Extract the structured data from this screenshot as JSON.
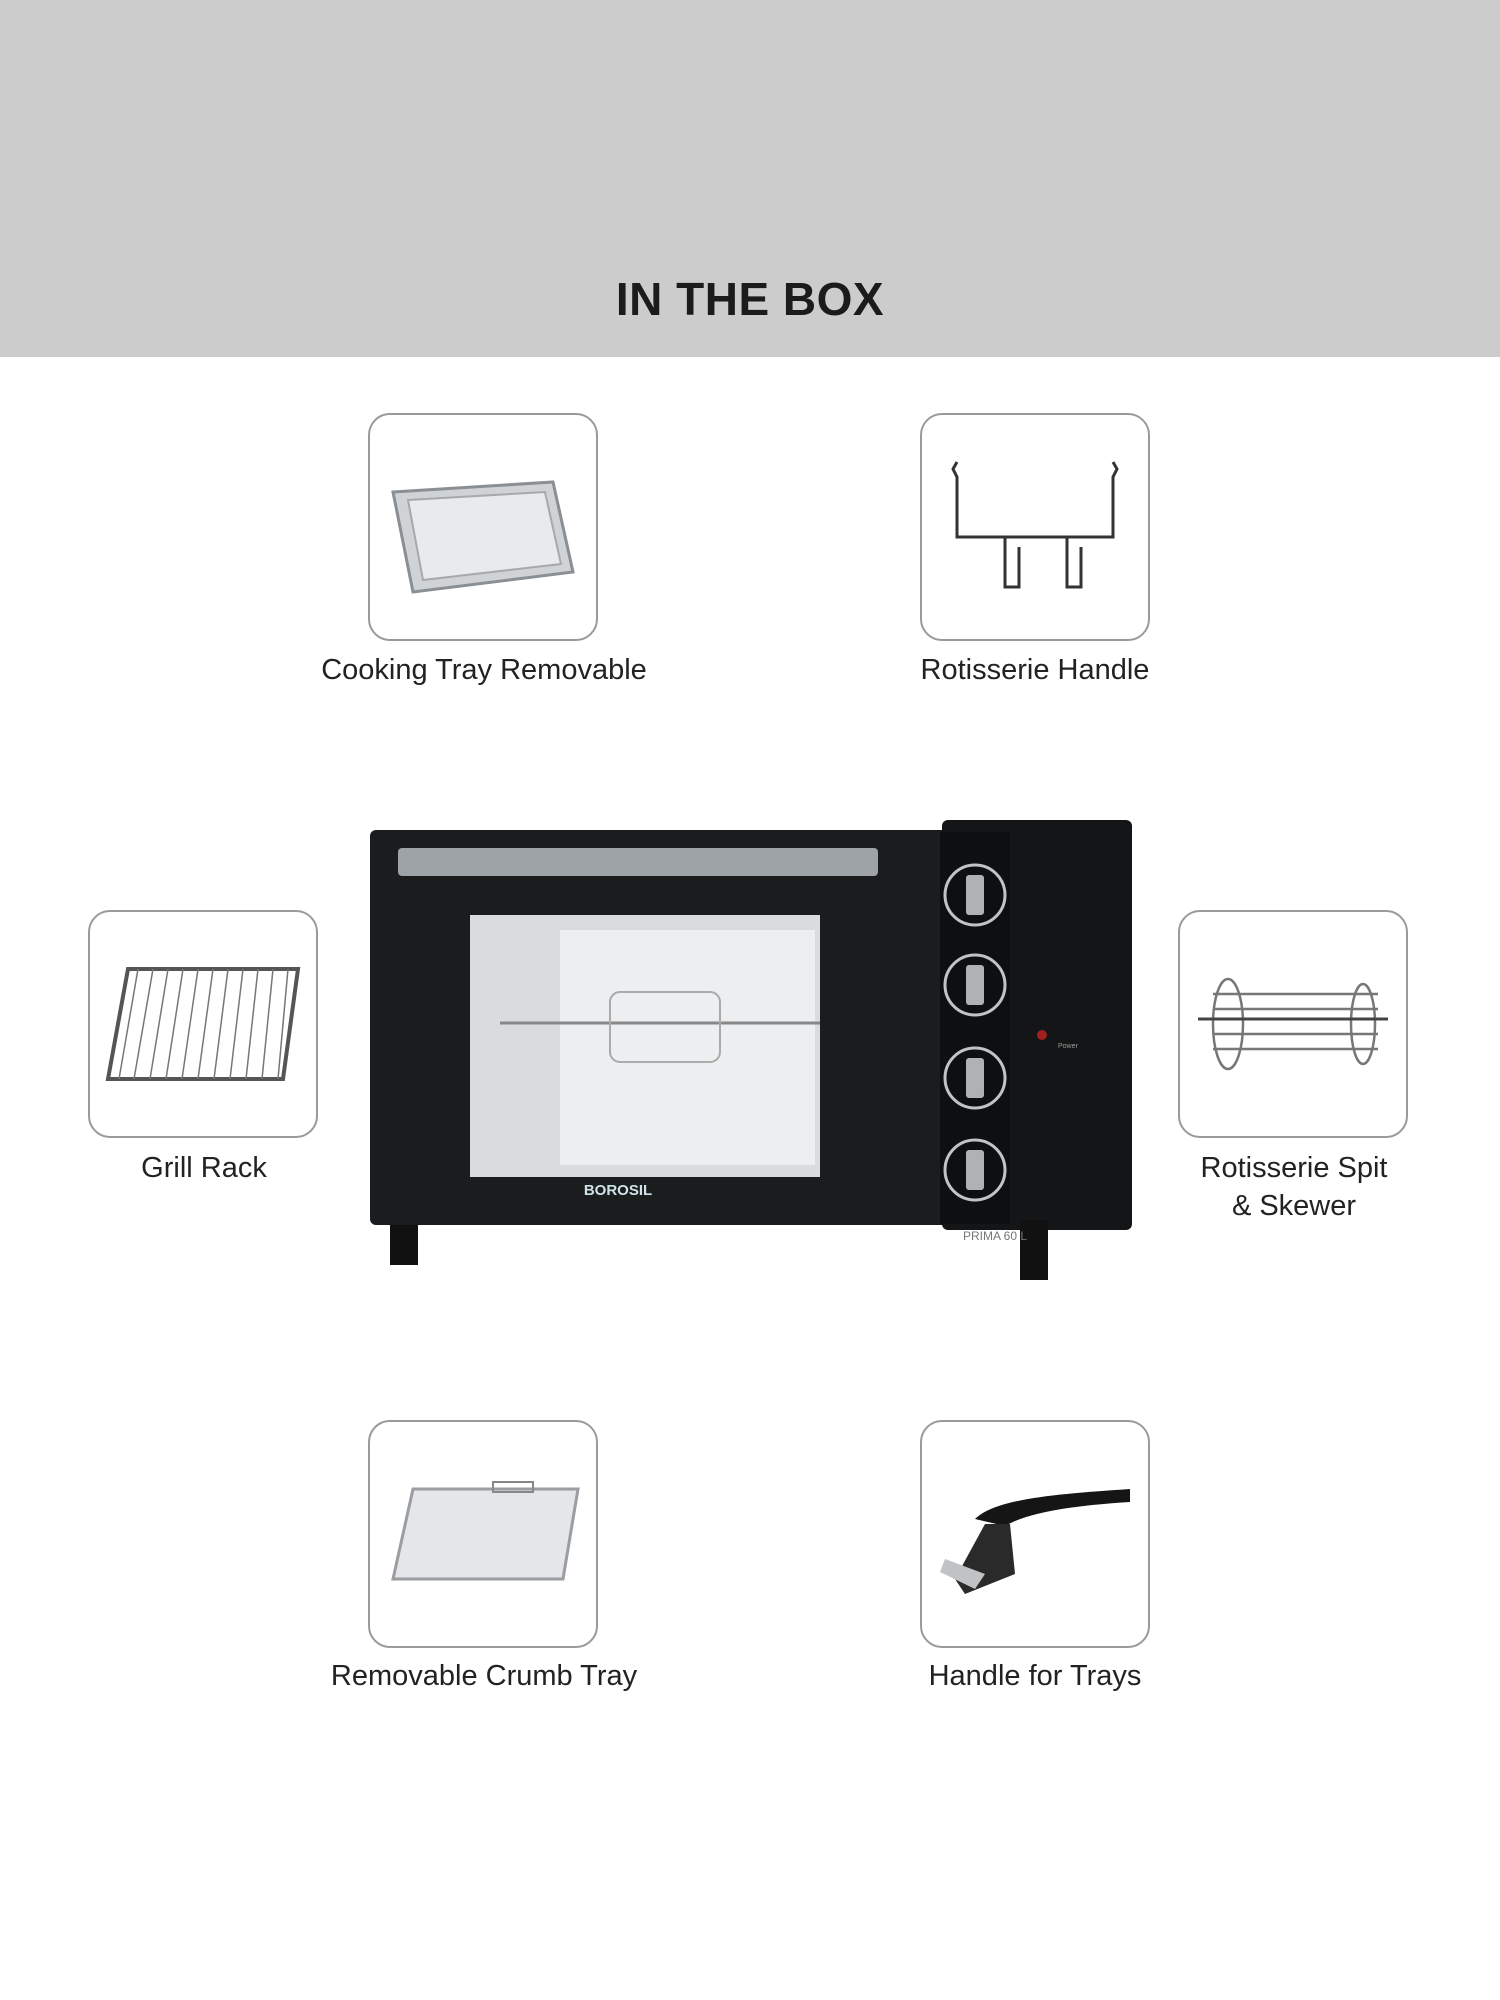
{
  "header": {
    "title": "IN THE BOX"
  },
  "items": [
    {
      "label": "Cooking Tray Removable",
      "icon": "cooking-tray-icon"
    },
    {
      "label": "Rotisserie Handle",
      "icon": "rotisserie-handle-icon"
    },
    {
      "label": "Grill Rack",
      "icon": "grill-rack-icon"
    },
    {
      "label": "Rotisserie Spit & Skewer",
      "label_line1": "Rotisserie Spit",
      "label_line2": "& Skewer",
      "icon": "rotisserie-spit-icon"
    },
    {
      "label": "Removable Crumb Tray",
      "icon": "crumb-tray-icon"
    },
    {
      "label": "Handle for Trays",
      "icon": "tray-handle-icon"
    }
  ],
  "product": {
    "brand": "BOROSIL",
    "model": "PRIMA 60 L",
    "power_label": "Power"
  }
}
